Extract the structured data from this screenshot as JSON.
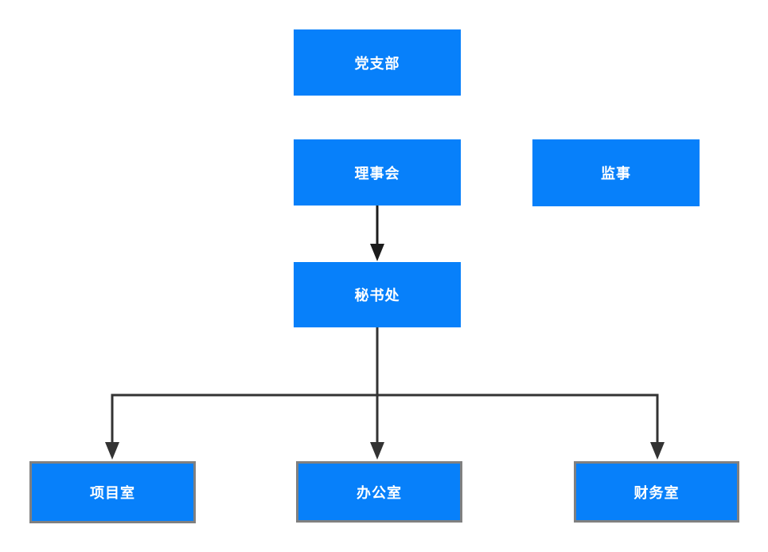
{
  "diagram": {
    "kind": "org-chart",
    "nodes": [
      {
        "id": "party-branch",
        "label": "党支部"
      },
      {
        "id": "council",
        "label": "理事会"
      },
      {
        "id": "supervisor",
        "label": "监事"
      },
      {
        "id": "secretariat",
        "label": "秘书处"
      },
      {
        "id": "project-office",
        "label": "项目室"
      },
      {
        "id": "general-office",
        "label": "办公室"
      },
      {
        "id": "finance-office",
        "label": "财务室"
      }
    ],
    "edges": [
      {
        "from": "council",
        "to": "secretariat",
        "arrow": true
      },
      {
        "from": "secretariat",
        "to": "project-office",
        "arrow": true
      },
      {
        "from": "secretariat",
        "to": "general-office",
        "arrow": true
      },
      {
        "from": "secretariat",
        "to": "finance-office",
        "arrow": true
      }
    ],
    "colors": {
      "background": "#ffffff",
      "node_fill": "#0780fa",
      "node_text": "#ffffff",
      "bottom_row_border": "#808080",
      "connector_primary": "#1c1c1c",
      "connector_tree": "#333333"
    }
  }
}
